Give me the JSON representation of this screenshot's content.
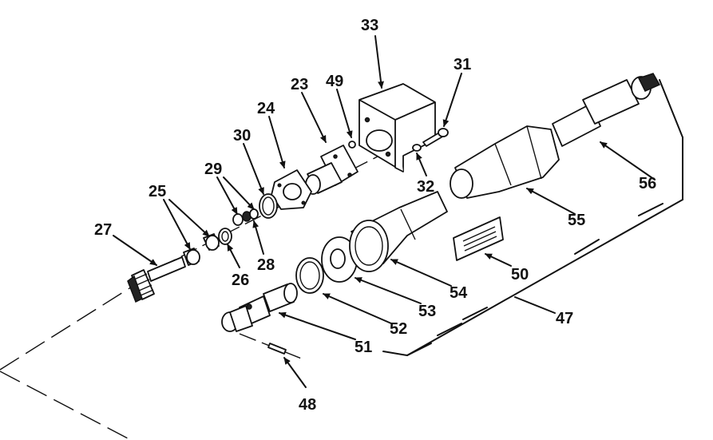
{
  "callouts": [
    {
      "id": "33",
      "text": "33"
    },
    {
      "id": "31",
      "text": "31"
    },
    {
      "id": "49",
      "text": "49"
    },
    {
      "id": "23",
      "text": "23"
    },
    {
      "id": "24",
      "text": "24"
    },
    {
      "id": "30",
      "text": "30"
    },
    {
      "id": "29",
      "text": "29"
    },
    {
      "id": "25",
      "text": "25"
    },
    {
      "id": "27",
      "text": "27"
    },
    {
      "id": "26",
      "text": "26"
    },
    {
      "id": "28",
      "text": "28"
    },
    {
      "id": "32",
      "text": "32"
    },
    {
      "id": "56",
      "text": "56"
    },
    {
      "id": "55",
      "text": "55"
    },
    {
      "id": "50",
      "text": "50"
    },
    {
      "id": "54",
      "text": "54"
    },
    {
      "id": "53",
      "text": "53"
    },
    {
      "id": "47",
      "text": "47"
    },
    {
      "id": "52",
      "text": "52"
    },
    {
      "id": "51",
      "text": "51"
    },
    {
      "id": "48",
      "text": "48"
    }
  ]
}
